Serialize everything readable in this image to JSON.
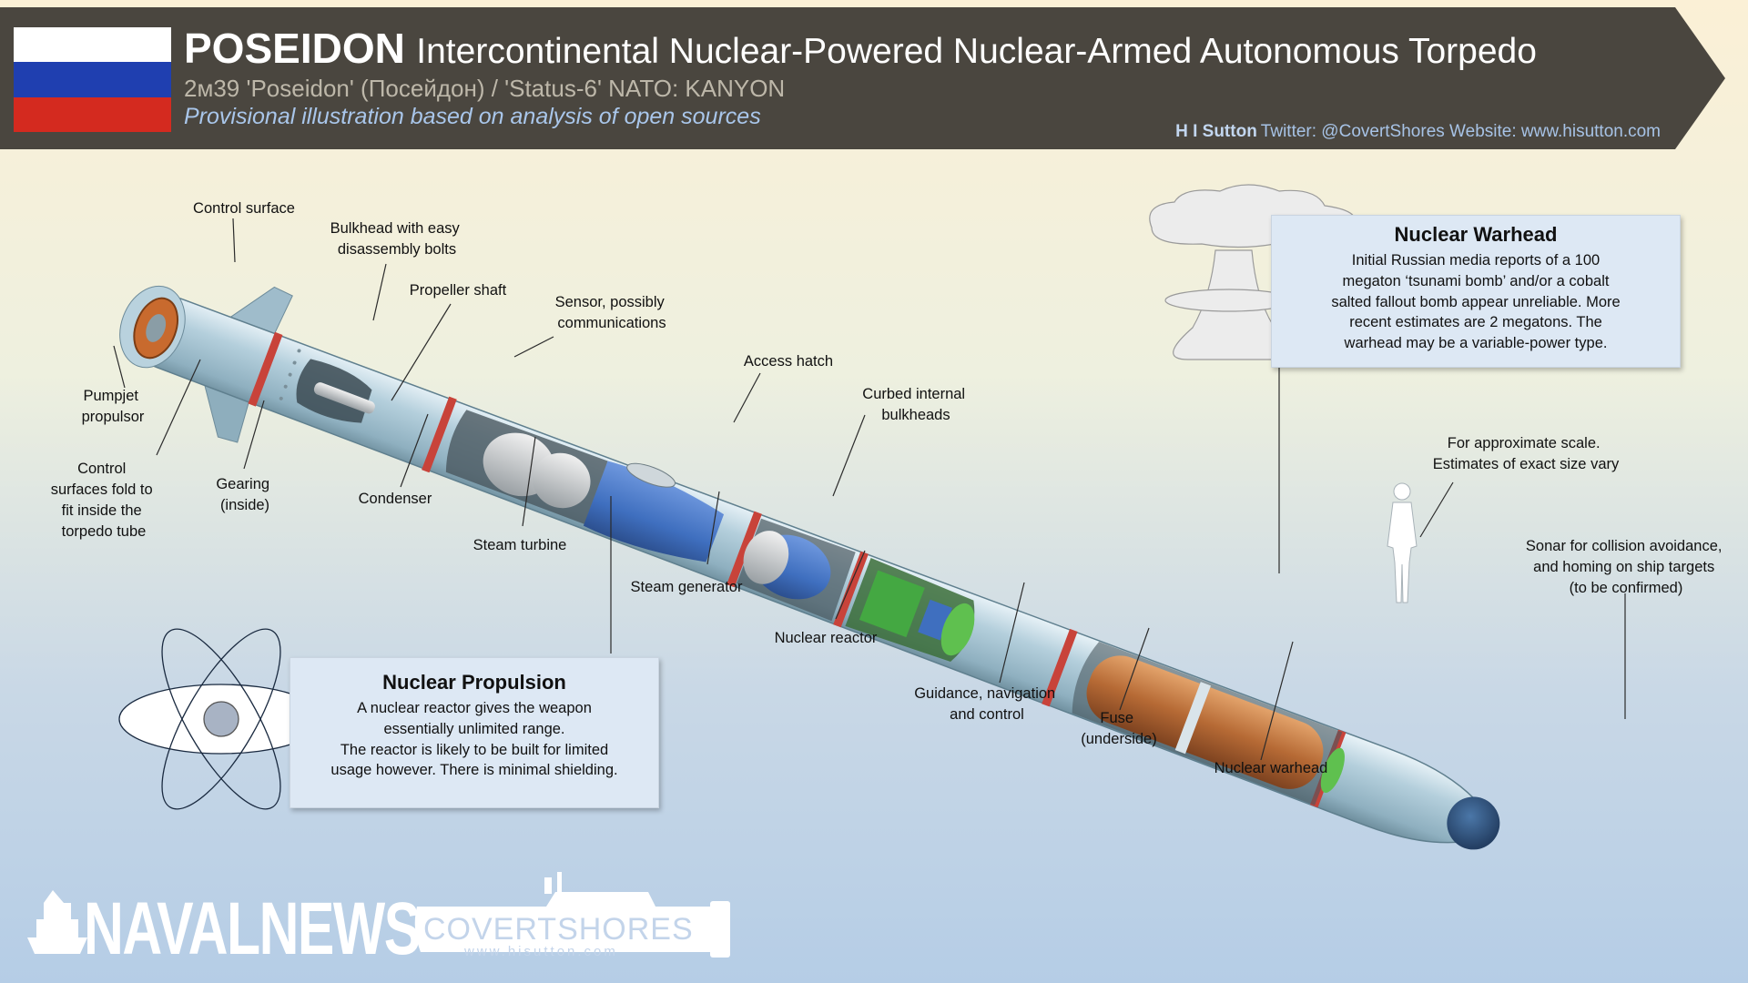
{
  "header": {
    "title_bold": "POSEIDON",
    "title_rest": "Intercontinental Nuclear-Powered Nuclear-Armed Autonomous Torpedo",
    "subtitle": "2м39 'Poseidon' (Посейдон) / 'Status-6' NATO: KANYON",
    "subtitle_italic": "Provisional illustration based on analysis of open sources",
    "credit_name": "H I Sutton",
    "credit_rest": "Twitter: @CovertShores Website: www.hisutton.com"
  },
  "flag": {
    "colors": [
      "#ffffff",
      "#1f3fb0",
      "#d42a1f"
    ]
  },
  "labels": {
    "control_surface": "Control surface",
    "bulkhead": [
      "Bulkhead with easy",
      "disassembly bolts"
    ],
    "propeller_shaft": "Propeller shaft",
    "sensor": [
      "Sensor, possibly",
      "communications"
    ],
    "access_hatch": "Access hatch",
    "curbed_bulkheads": [
      "Curbed internal",
      "bulkheads"
    ],
    "pumpjet": [
      "Pumpjet",
      "propulsor"
    ],
    "control_fold": [
      "Control",
      "surfaces fold to",
      "fit inside the",
      "torpedo tube"
    ],
    "gearing": [
      "Gearing",
      "(inside)"
    ],
    "condenser": "Condenser",
    "steam_turbine": "Steam turbine",
    "steam_generator": "Steam generator",
    "nuclear_reactor": "Nuclear reactor",
    "guidance": [
      "Guidance, navigation",
      "and control"
    ],
    "fuse": [
      "Fuse",
      "(underside)"
    ],
    "nuclear_warhead": "Nuclear warhead",
    "scale": [
      "For approximate scale.",
      "Estimates of exact size vary"
    ],
    "sonar": [
      "Sonar for collision avoidance,",
      "and homing on ship targets",
      "(to be confirmed)"
    ]
  },
  "warhead_box": {
    "title": "Nuclear Warhead",
    "lines": [
      "Initial Russian media reports of a 100",
      "megaton ‘tsunami bomb’ and/or a cobalt",
      "salted fallout bomb appear unreliable. More",
      "recent estimates are 2 megatons. The",
      "warhead may be a variable-power type."
    ]
  },
  "propulsion_box": {
    "title": "Nuclear Propulsion",
    "lines": [
      "A nuclear reactor gives the weapon",
      "essentially unlimited range.",
      "The reactor is likely to be built for limited",
      "usage however. There is minimal shielding."
    ]
  },
  "logos": {
    "navalnews": "NAVALNEWS",
    "covertshores": "COVERTSHORES",
    "covertshores_url": "www.hisutton.com"
  },
  "colors": {
    "banner": "#4a463f",
    "hull": "#a9c6d4",
    "red_band": "#c8433a",
    "warhead": "#b66a35",
    "steam_generator": "#3f6fbf",
    "guidance": "#44a842",
    "sonar": "#2f5684"
  }
}
